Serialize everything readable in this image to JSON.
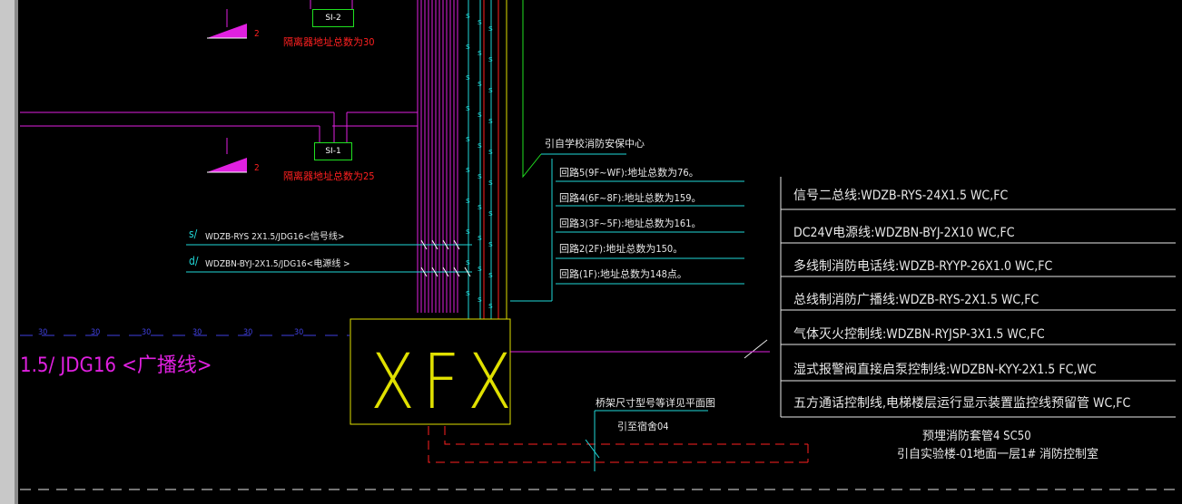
{
  "colors": {
    "background": "#000000",
    "white": "#e8e8e8",
    "red": "#ff2020",
    "magenta": "#e020e0",
    "cyan": "#20d8d8",
    "yellow": "#e0e000",
    "green": "#20e020"
  },
  "panel": {
    "sx2": {
      "label": "SI-2",
      "number": "2",
      "note": "隔离器地址总数为30"
    },
    "sx1": {
      "label": "SI-1",
      "number": "2",
      "note": "隔离器地址总数为25"
    }
  },
  "source_label": "引自学校消防安保中心",
  "loops": [
    "回路5(9F~WF):地址总数为76。",
    "回路4(6F~8F):地址总数为159。",
    "回路3(3F~5F):地址总数为161。",
    "回路2(2F):地址总数为150。",
    "回路(1F):地址总数为148点。"
  ],
  "signal_lines": {
    "s_prefix": "s/",
    "s_text": "WDZB-RYS 2X1.5/JDG16<信号线>",
    "d_prefix": "d/",
    "d_text": "WDZBN-BYJ-2X1.5/JDG16<电源线 >"
  },
  "broadcast_line": {
    "dash_marks": [
      "30",
      "30",
      "30",
      "30",
      "30",
      "30"
    ],
    "text": "1.5/ JDG16 <广播线>"
  },
  "xfx_label": "XFX",
  "cable_tray_note": "桥架尺寸型号等详见平面图",
  "dorm_note": "引至宿舍04",
  "legend": [
    "信号二总线:WDZB-RYS-24X1.5 WC,FC",
    "DC24V电源线:WDZBN-BYJ-2X10 WC,FC",
    "多线制消防电话线:WDZB-RYYP-26X1.0 WC,FC",
    "总线制消防广播线:WDZB-RYS-2X1.5 WC,FC",
    "气体灭火控制线:WDZBN-RYJSP-3X1.5 WC,FC",
    "湿式报警阀直接启泵控制线:WDZBN-KYY-2X1.5 FC,WC",
    "五方通话控制线,电梯楼层运行显示装置监控线预留管 WC,FC"
  ],
  "conduit_note": "预埋消防套管4 SC50",
  "origin_note": "引自实验楼-01地面一层1# 消防控制室",
  "s_marks": "s"
}
